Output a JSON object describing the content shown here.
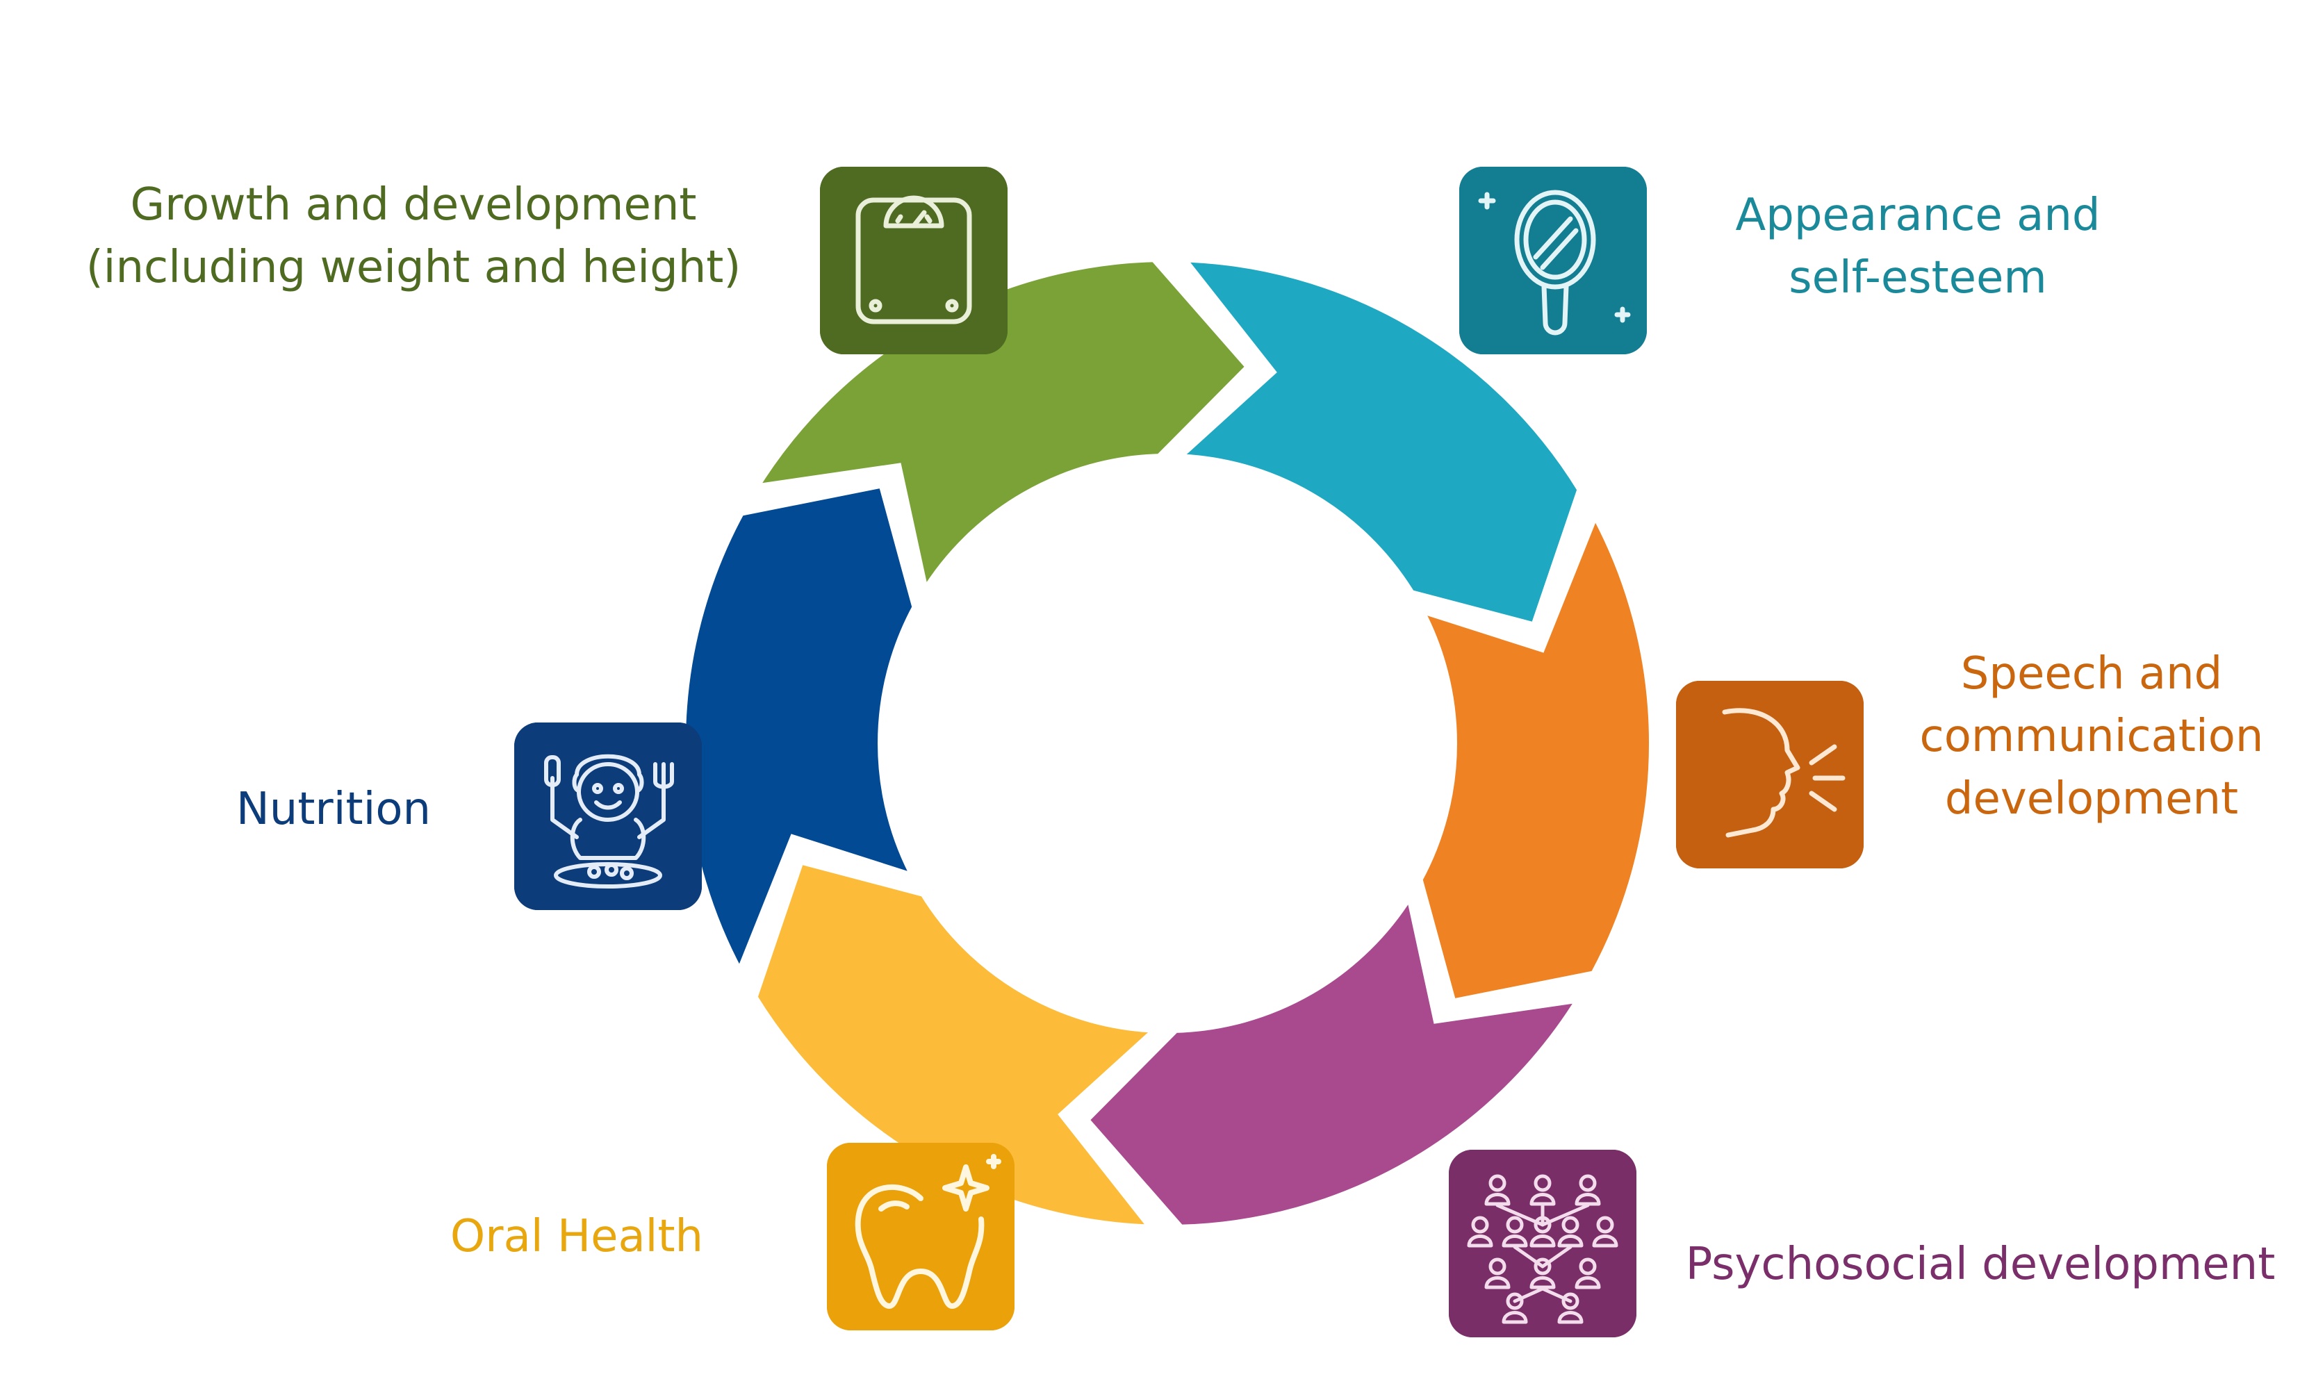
{
  "diagram": {
    "segments": [
      {
        "id": "growth",
        "label_lines": [
          "Growth and development",
          "(including weight and height)"
        ],
        "color": "#7aa237",
        "icon_bg": "#4e6b21",
        "text_color": "#4e6b21",
        "icon": "scale-icon"
      },
      {
        "id": "appearance",
        "label_lines": [
          "Appearance and",
          "self-esteem"
        ],
        "color": "#1ea8c2",
        "icon_bg": "#137d92",
        "text_color": "#1a8a9b",
        "icon": "mirror-icon"
      },
      {
        "id": "speech",
        "label_lines": [
          "Speech and",
          "communication",
          "development"
        ],
        "color": "#ef8323",
        "icon_bg": "#c4600f",
        "text_color": "#c9660e",
        "icon": "speaking-face-icon"
      },
      {
        "id": "psychosocial",
        "label_lines": [
          "Psychosocial development"
        ],
        "color": "#a94a8f",
        "icon_bg": "#7a2e67",
        "text_color": "#7a2e6a",
        "icon": "people-network-icon"
      },
      {
        "id": "oral",
        "label_lines": [
          "Oral Health"
        ],
        "color": "#fcbc3a",
        "icon_bg": "#eba20a",
        "text_color": "#e8a70f",
        "icon": "tooth-sparkle-icon"
      },
      {
        "id": "nutrition",
        "label_lines": [
          "Nutrition"
        ],
        "color": "#034a95",
        "icon_bg": "#0d3c7a",
        "text_color": "#0d3c7a",
        "icon": "child-eating-icon"
      }
    ]
  }
}
